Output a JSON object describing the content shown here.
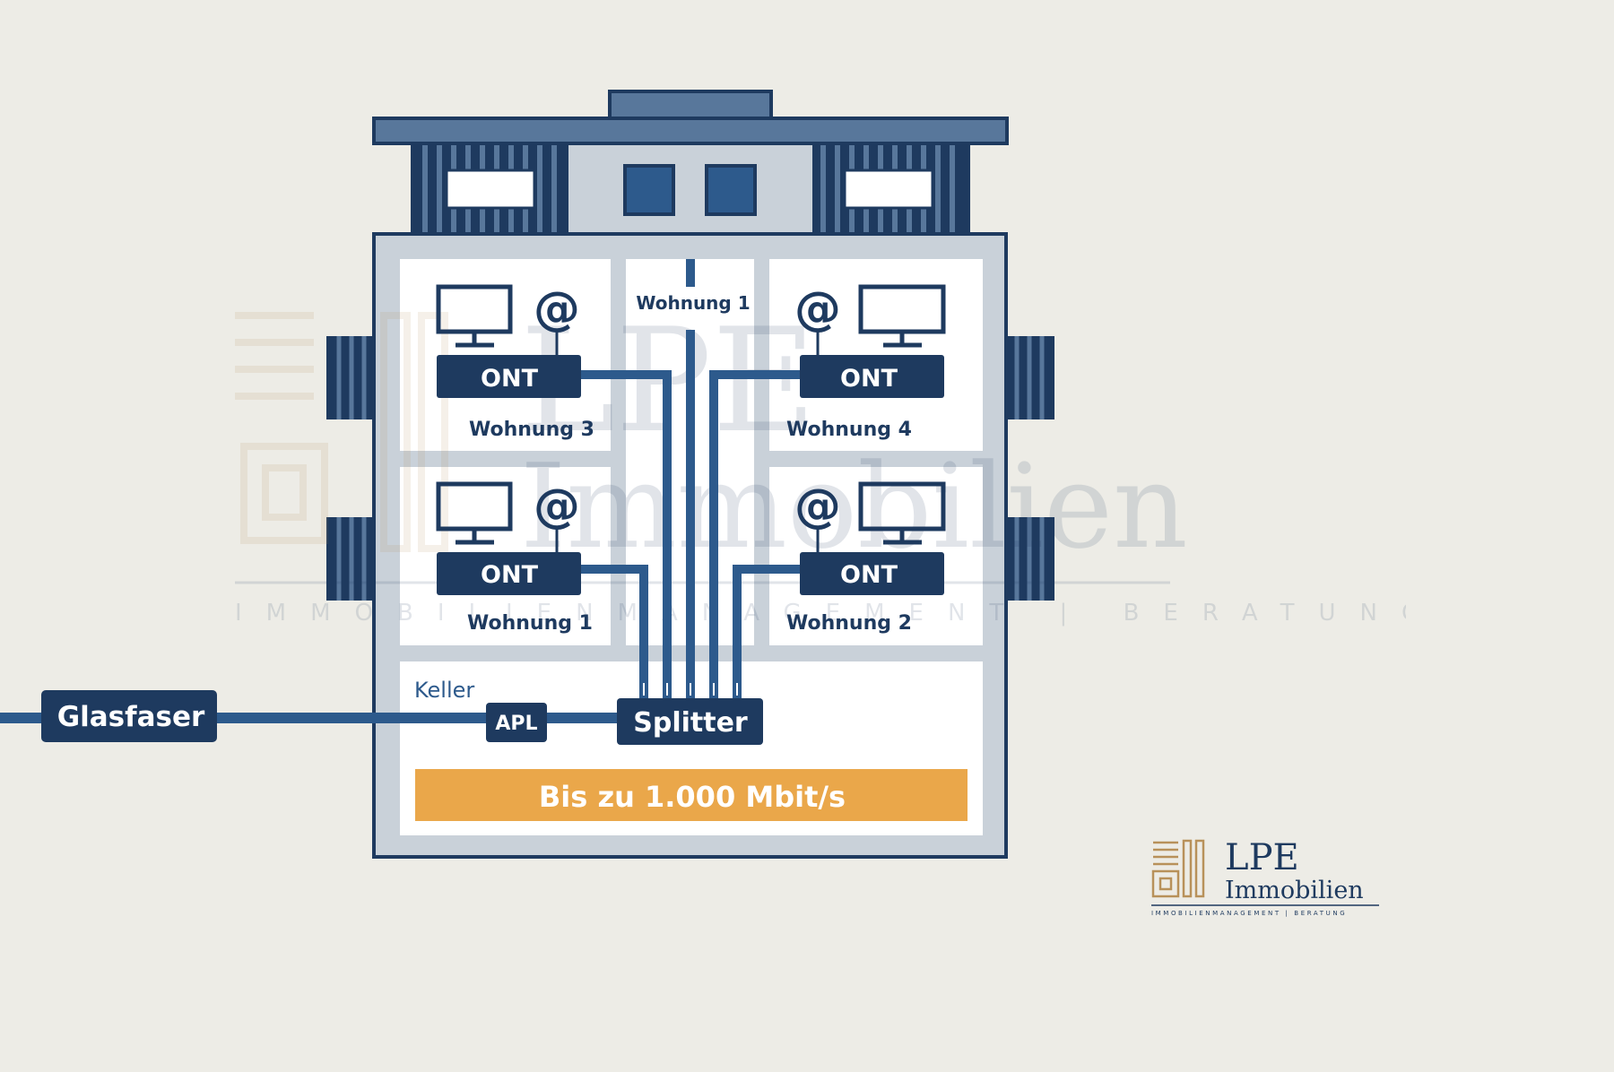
{
  "labels": {
    "glasfaser": "Glasfaser",
    "apl": "APL",
    "splitter": "Splitter",
    "keller": "Keller",
    "speed": "Bis zu 1.000 Mbit/s",
    "riser": "Wohnung 1",
    "ont": "ONT",
    "at": "@"
  },
  "apartments": [
    {
      "name": "Wohnung 3"
    },
    {
      "name": "Wohnung 4"
    },
    {
      "name": "Wohnung 1"
    },
    {
      "name": "Wohnung 2"
    }
  ],
  "watermark": {
    "line1": "LPE",
    "line2": "Immobilien",
    "tagline": "IMMOBILIENMANAGEMENT | BERATUNG"
  },
  "logo": {
    "line1": "LPE",
    "line2": "Immobilien",
    "tagline": "IMMOBILIENMANAGEMENT | BERATUNG"
  },
  "colors": {
    "navy": "#1e3a5f",
    "blue": "#2d5a8c",
    "slate": "#58779b",
    "panel": "#c9d1d9",
    "orange": "#eaa74a",
    "gold": "#b8915a",
    "background": "#edece6"
  }
}
